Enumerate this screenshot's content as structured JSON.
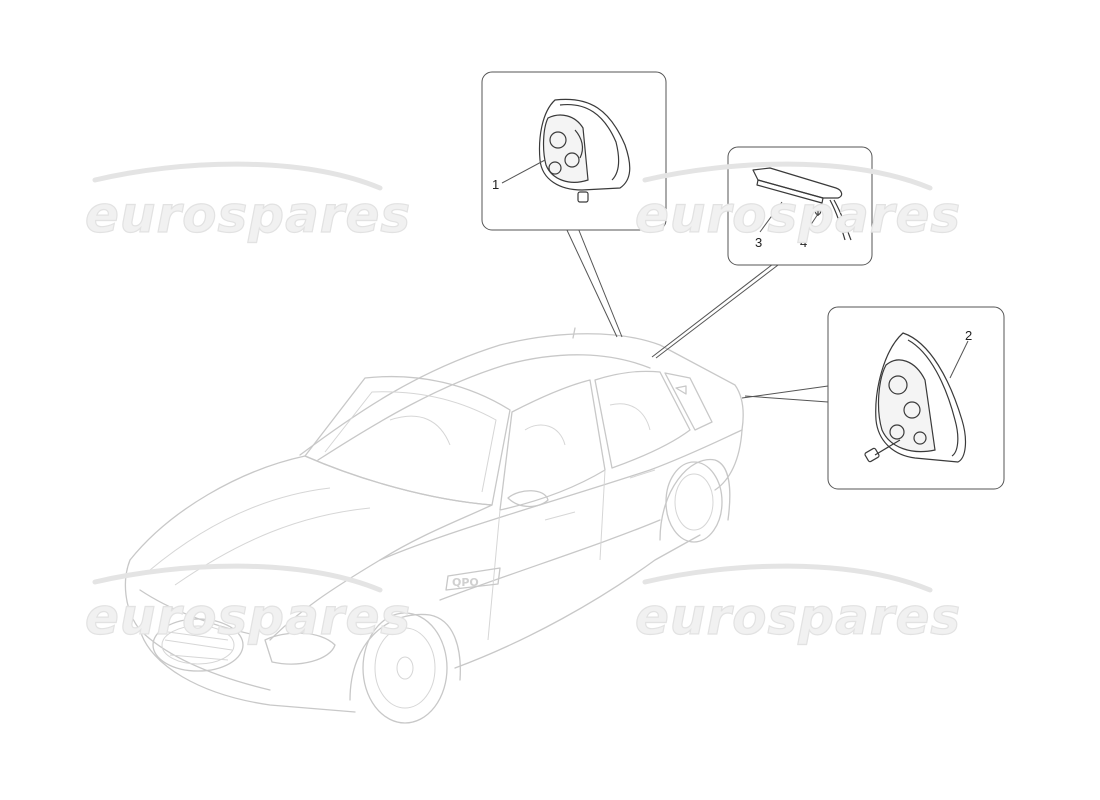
{
  "callouts": {
    "c1": "1",
    "c2": "2",
    "c3": "3",
    "c4": "4"
  },
  "watermark": {
    "text": "eurospares"
  },
  "car_badge": "QPO"
}
